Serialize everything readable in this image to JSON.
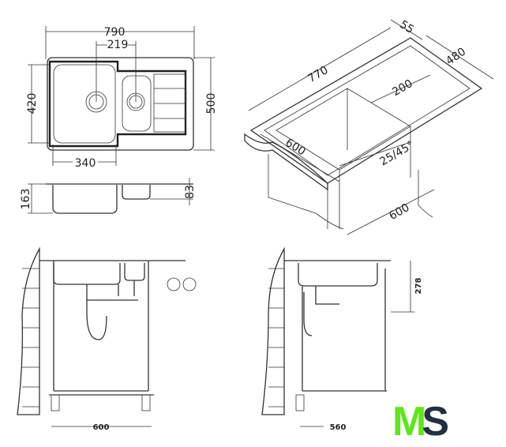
{
  "top_view": {
    "width_total": "790",
    "bowl_spacing": "219",
    "bowl_depth": "420",
    "depth_total": "500",
    "bowl_width": "340"
  },
  "side_view": {
    "height_main": "163",
    "height_small": "83"
  },
  "perspective_view": {
    "rim": "55",
    "depth": "480",
    "length": "770",
    "drainer": "200",
    "cabinet_width": "600",
    "angle": "25/45°",
    "cabinet_depth": "600"
  },
  "front_install": {
    "cabinet_width": "600"
  },
  "side_install": {
    "height": "278",
    "cabinet_depth": "560"
  },
  "logo": {
    "left": "M",
    "right": "S",
    "colors": {
      "left": "#5ee61a",
      "right": "#233041"
    }
  }
}
